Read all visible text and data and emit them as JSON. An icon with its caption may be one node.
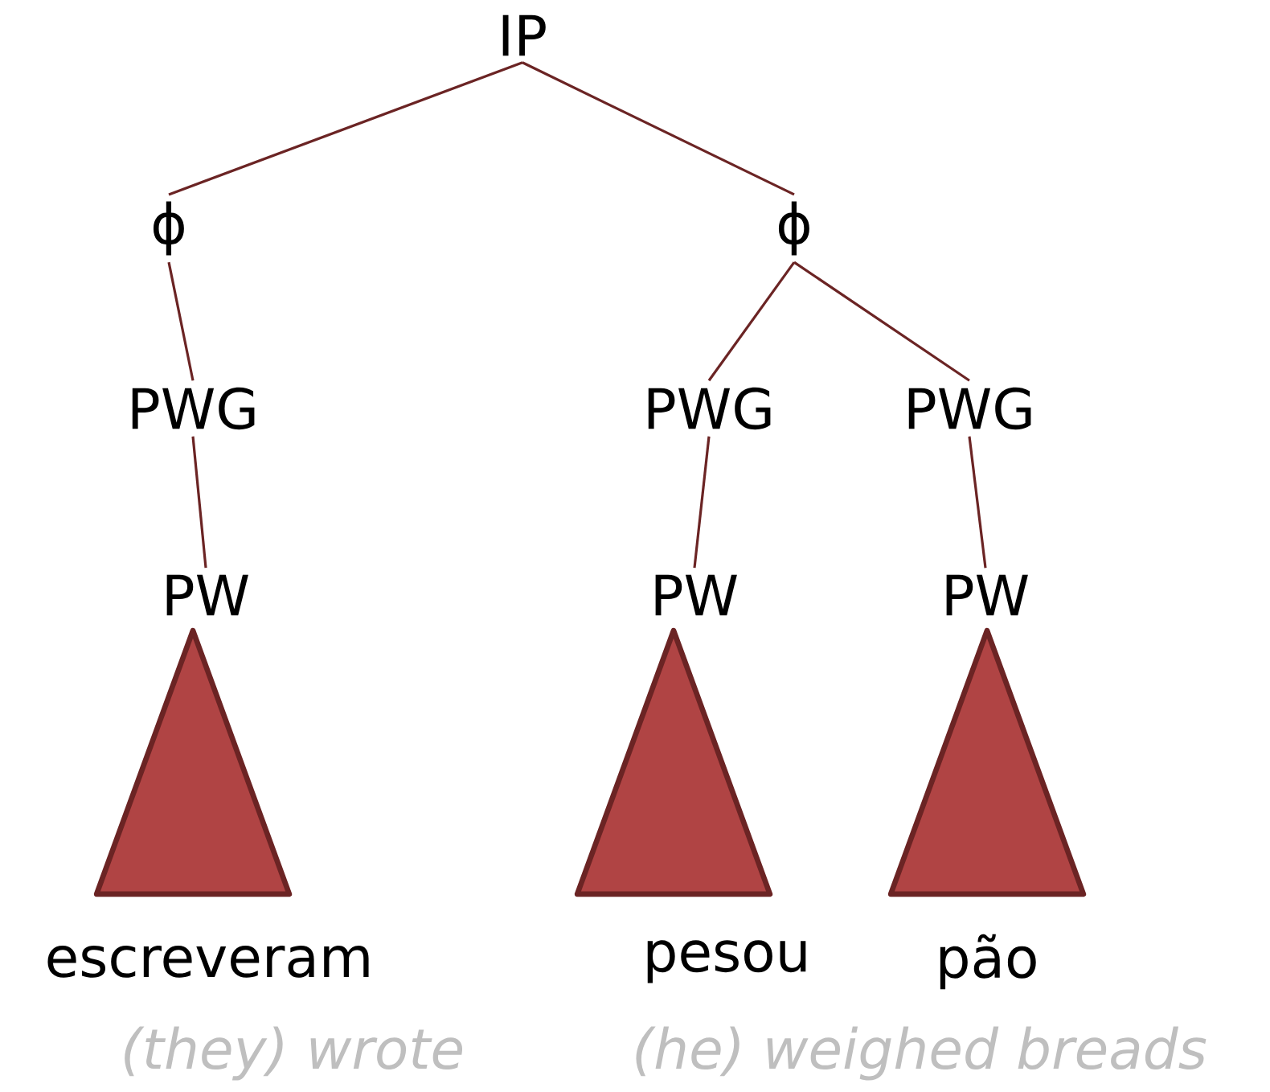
{
  "diagram": {
    "nodes": [
      {
        "text": [
          "IP"
        ]
      },
      {
        "text": [
          "ϕ"
        ]
      },
      {
        "text": [
          "ϕ"
        ]
      },
      {
        "text": [
          "PWG"
        ]
      },
      {
        "text": [
          "PWG"
        ]
      },
      {
        "text": [
          "PWG"
        ]
      },
      {
        "text": [
          "PW"
        ]
      },
      {
        "text": [
          "PW"
        ]
      },
      {
        "text": [
          "PW"
        ]
      },
      {
        "text": [],
        "shape": "triangle",
        "beside": [
          "escreveram"
        ]
      },
      {
        "text": [],
        "shape": "triangle",
        "beside": [
          "pesou"
        ]
      },
      {
        "text": [],
        "shape": "triangle",
        "beside": [
          "pão"
        ]
      }
    ],
    "edges": [
      {
        "from": 0,
        "to": 1,
        "arrow": "none"
      },
      {
        "from": 0,
        "to": 2,
        "arrow": "none"
      },
      {
        "from": 1,
        "to": 3,
        "arrow": "none"
      },
      {
        "from": 2,
        "to": 4,
        "arrow": "none"
      },
      {
        "from": 2,
        "to": 5,
        "arrow": "none"
      },
      {
        "from": 3,
        "to": 6,
        "arrow": "none"
      },
      {
        "from": 4,
        "to": 7,
        "arrow": "none"
      },
      {
        "from": 5,
        "to": 8,
        "arrow": "none"
      }
    ],
    "labels": [
      "(they) wrote",
      "(he) weighed breads"
    ]
  }
}
